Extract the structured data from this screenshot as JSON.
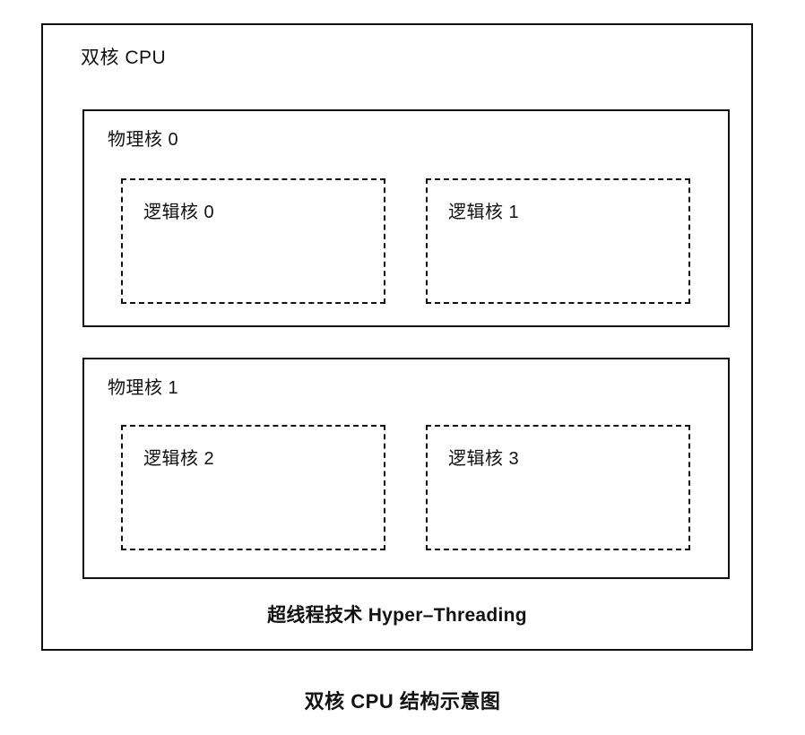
{
  "diagram": {
    "cpu_label": "双核 CPU",
    "physical_cores": [
      {
        "label": "物理核 0",
        "logical_cores": [
          {
            "label": "逻辑核 0"
          },
          {
            "label": "逻辑核 1"
          }
        ]
      },
      {
        "label": "物理核 1",
        "logical_cores": [
          {
            "label": "逻辑核 2"
          },
          {
            "label": "逻辑核 3"
          }
        ]
      }
    ],
    "technology_label": "超线程技术 Hyper–Threading",
    "caption": "双核 CPU 结构示意图"
  },
  "colors": {
    "border": "#111111",
    "text": "#111111",
    "background": "#ffffff"
  }
}
